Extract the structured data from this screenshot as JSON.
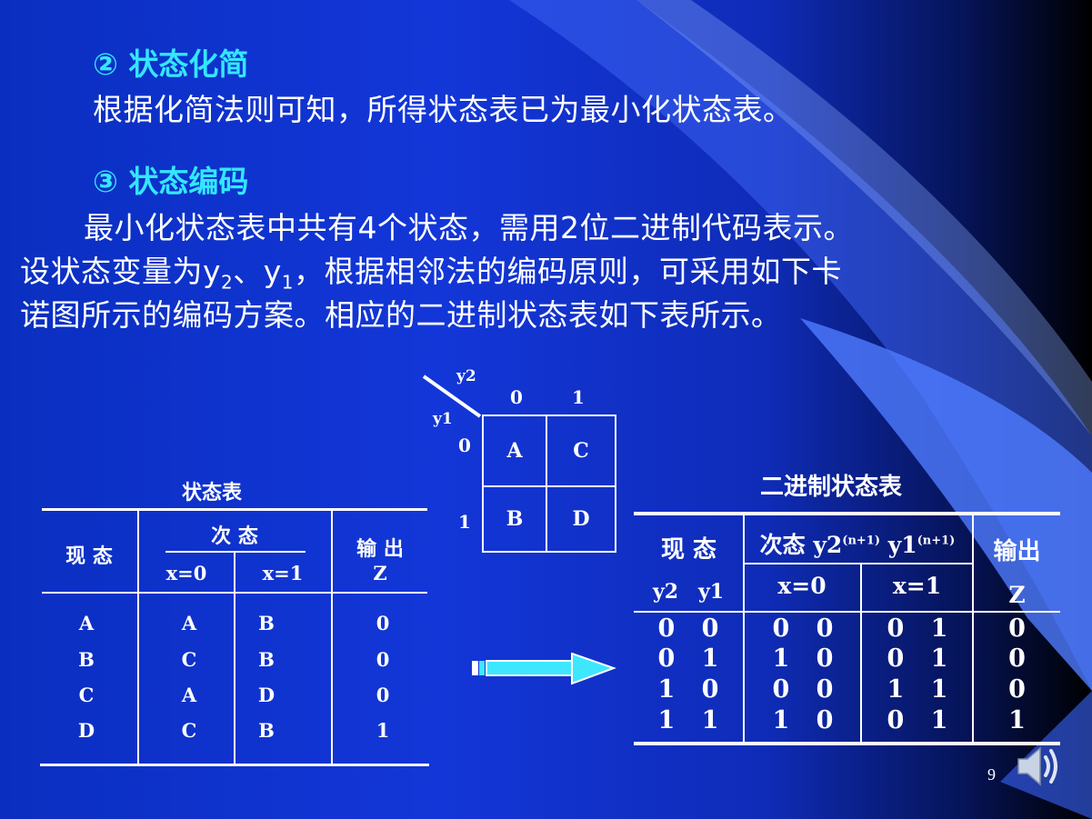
{
  "section2": {
    "heading": "② 状态化简",
    "text": "根据化简法则可知，所得状态表已为最小化状态表。"
  },
  "section3": {
    "heading": "③ 状态编码",
    "line1": "最小化状态表中共有4个状态，需用2位二进制代码表示。",
    "line2_pre": "设状态变量为y",
    "line2_sub1": "2",
    "line2_mid": "、y",
    "line2_sub2": "1",
    "line2_post": "，根据相邻法的编码原则，可采用如下卡",
    "line3": "诺图所示的编码方案。相应的二进制状态表如下表所示。"
  },
  "kmap": {
    "var_top": "y2",
    "var_left": "y1",
    "col_labels": [
      "0",
      "1"
    ],
    "row_labels": [
      "0",
      "1"
    ],
    "cells": [
      "A",
      "C",
      "B",
      "D"
    ]
  },
  "state_table": {
    "caption": "状态表",
    "h_present": "现 态",
    "h_next": "次  态",
    "h_output": "输 出",
    "h_x0": "x=0",
    "h_x1": "x=1",
    "h_z": "Z",
    "rows": [
      [
        "A",
        "A",
        "B",
        "0"
      ],
      [
        "B",
        "C",
        "B",
        "0"
      ],
      [
        "C",
        "A",
        "D",
        "0"
      ],
      [
        "D",
        "C",
        "B",
        "1"
      ]
    ]
  },
  "binary_table": {
    "caption": "二进制状态表",
    "h_present": "现 态",
    "h_next": "次态 y2",
    "h_next_sup1": "(n+1)",
    "h_next_y1": "y1",
    "h_next_sup2": "(n+1)",
    "h_output": "输出",
    "h_y2": "y2",
    "h_y1": "y1",
    "h_x0": "x=0",
    "h_x1": "x=1",
    "h_z": "Z",
    "rows": [
      [
        "0 0",
        "0 0",
        "0 1",
        "0"
      ],
      [
        "0 1",
        "1 0",
        "0 1",
        "0"
      ],
      [
        "1 0",
        "0 0",
        "1 1",
        "0"
      ],
      [
        "1 1",
        "1 0",
        "0 1",
        "1"
      ]
    ]
  },
  "page_number": "9",
  "icons": [
    "arrow-right-icon",
    "speaker-icon"
  ]
}
